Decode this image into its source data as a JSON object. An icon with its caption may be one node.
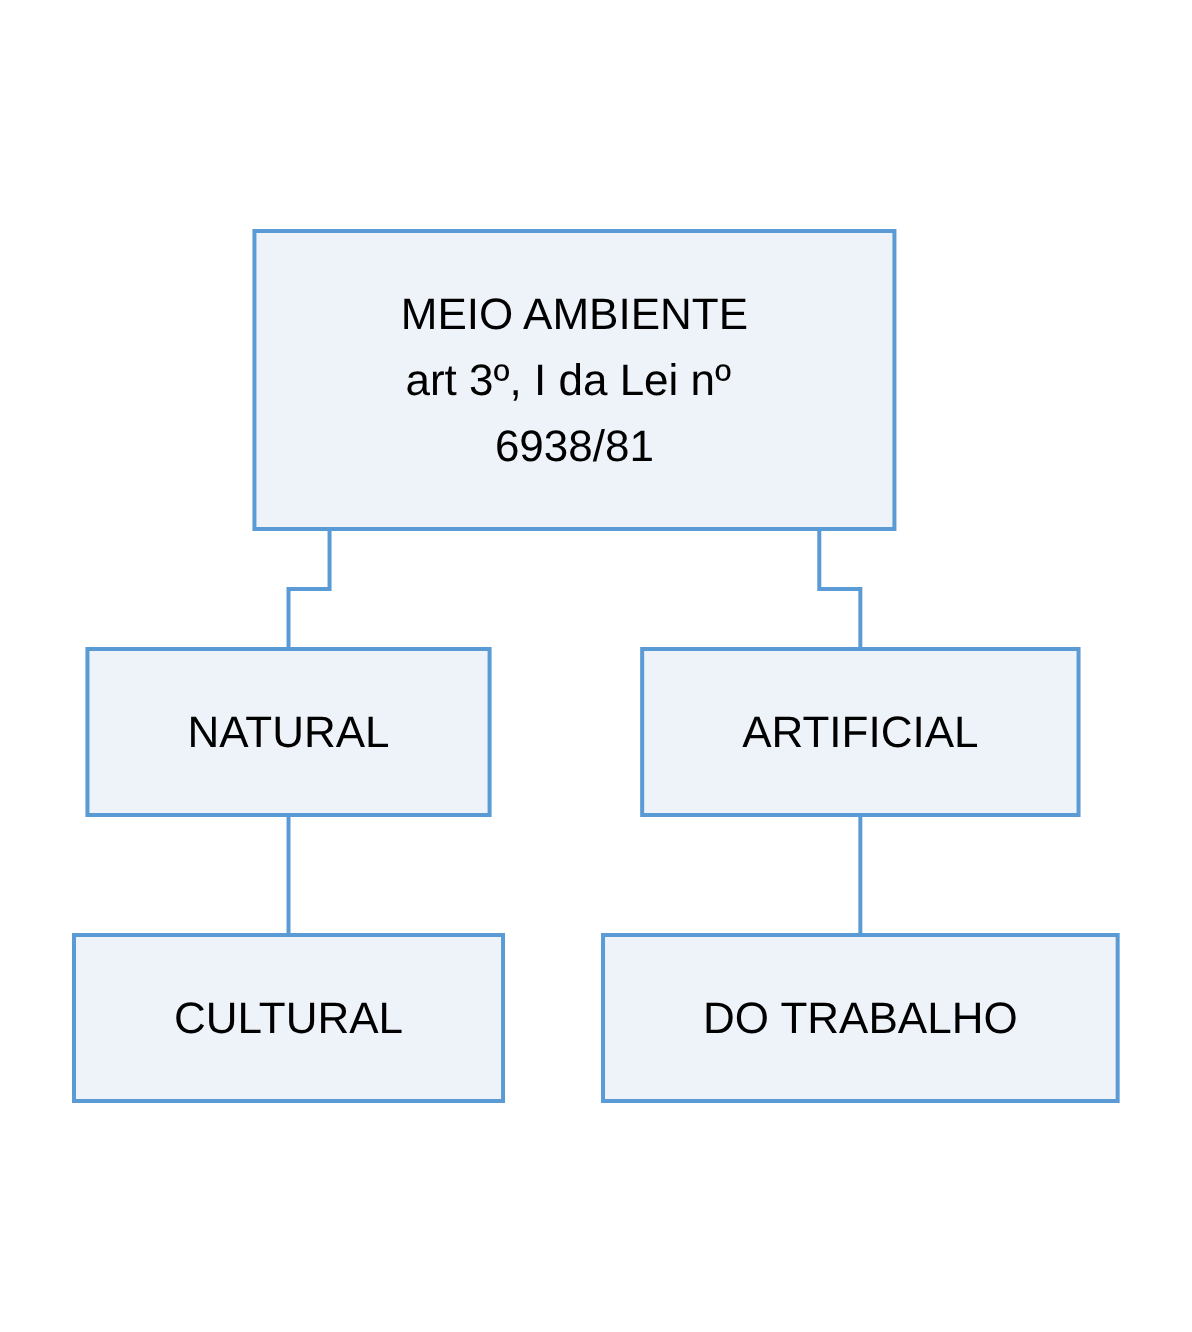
{
  "diagram": {
    "nodes": [
      {
        "text": [
          "MEIO AMBIENTE",
          "art 3º, I da Lei nº 6938/81"
        ]
      },
      {
        "text": [
          "NATURAL"
        ]
      },
      {
        "text": [
          "ARTIFICIAL"
        ]
      },
      {
        "text": [
          "CULTURAL"
        ]
      },
      {
        "text": [
          "DO TRABALHO"
        ]
      }
    ],
    "edges": [
      {
        "from": 0,
        "to": 1,
        "arrow": "none"
      },
      {
        "from": 0,
        "to": 2,
        "arrow": "none"
      },
      {
        "from": 1,
        "to": 3,
        "arrow": "none"
      },
      {
        "from": 2,
        "to": 4,
        "arrow": "none"
      }
    ]
  }
}
